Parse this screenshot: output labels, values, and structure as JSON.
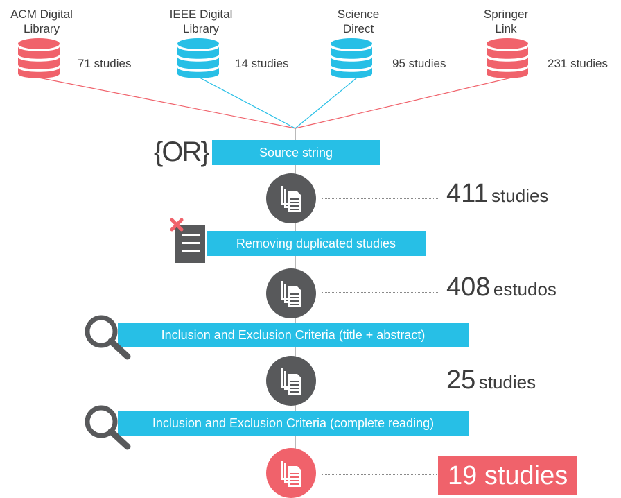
{
  "sources": [
    {
      "name": "ACM Digital\nLibrary",
      "count": "71 studies",
      "color": "#f0626b"
    },
    {
      "name": "IEEE Digital\nLibrary",
      "count": "14 studies",
      "color": "#27bfe6"
    },
    {
      "name": "Science\nDirect",
      "count": "95 studies",
      "color": "#27bfe6"
    },
    {
      "name": "Springer\nLink",
      "count": "231 studies",
      "color": "#f0626b"
    }
  ],
  "or_label": "{OR}",
  "source_string": "Source string",
  "removing_duplicates": "Removing duplicated studies",
  "criteria_1": "Inclusion and Exclusion Criteria (title + abstract)",
  "criteria_2": "Inclusion and Exclusion Criteria (complete reading)",
  "counts": [
    {
      "num": "411",
      "unit": "studies"
    },
    {
      "num": "408",
      "unit": "estudos"
    },
    {
      "num": "25",
      "unit": "studies"
    }
  ],
  "final_count": "19 studies",
  "colors": {
    "accent_blue": "#27bfe6",
    "accent_red": "#f0626b",
    "dark_gray": "#58595b"
  },
  "icons": [
    "database-icon",
    "documents-icon",
    "delete-list-icon",
    "magnifier-icon"
  ]
}
